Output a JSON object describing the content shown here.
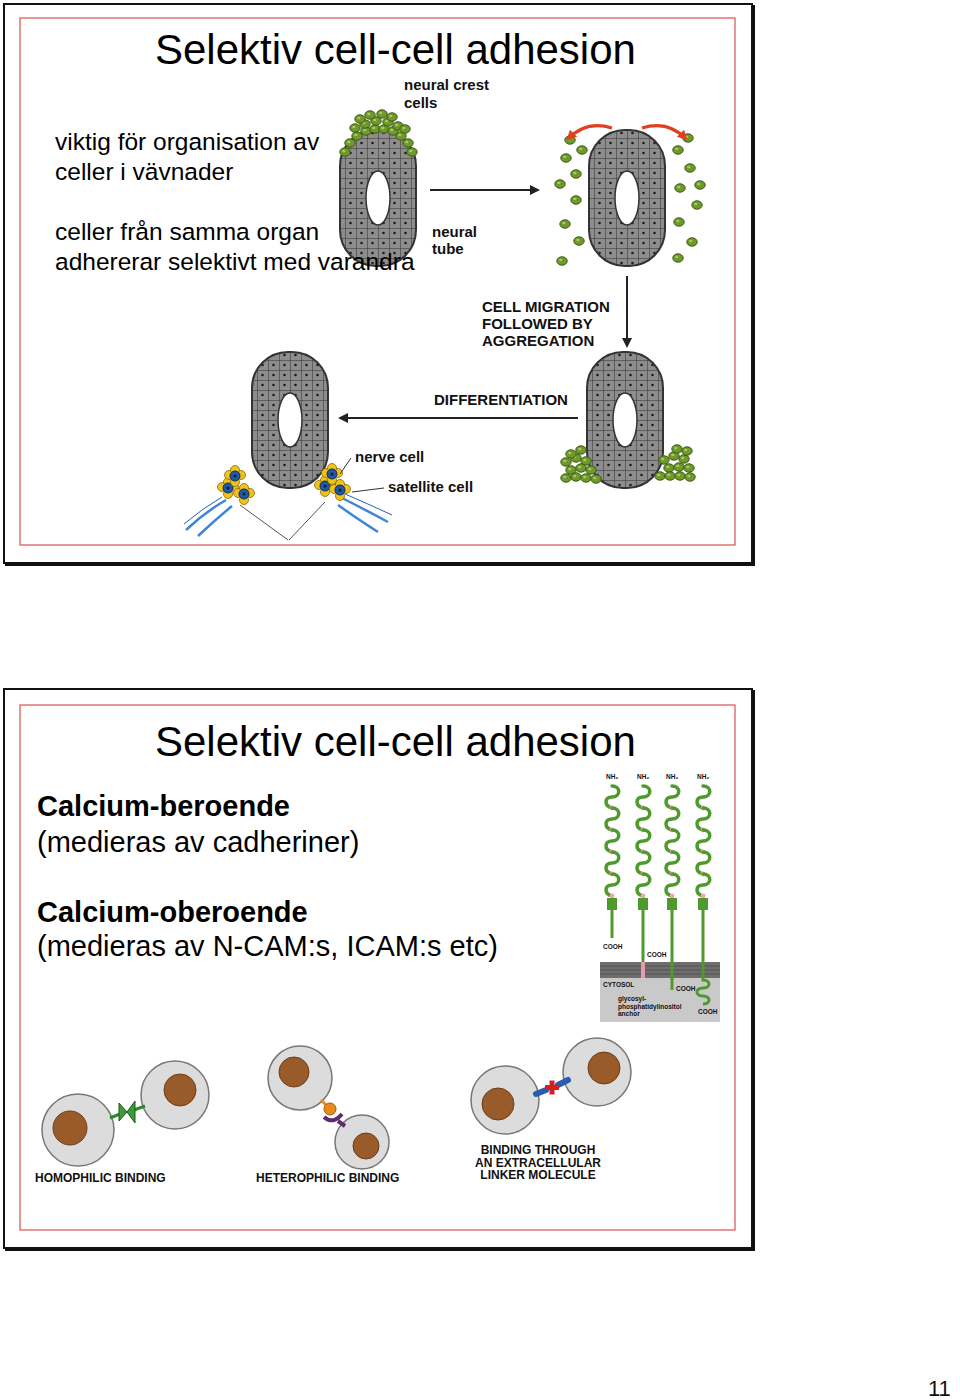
{
  "diagram": {
    "nodes": [
      {
        "text": [
          "Selektiv cell-cell adhesion",
          "viktig för organisation av celler i vävnader",
          "celler från samma organ adhererar selektivt med varandra"
        ]
      },
      {
        "text": [
          "Selektiv cell-cell adhesion",
          "Calcium-beroende",
          "(medieras av cadheriner)",
          "Calcium-oberoende",
          "(medieras av N-CAM:s, ICAM:s etc)"
        ]
      }
    ],
    "labels": [
      "neural crest cells",
      "neural tube",
      "CELL MIGRATION FOLLOWED BY AGGREGATION",
      "DIFFERENTIATION",
      "nerve cell",
      "satellite cell",
      "NH₂",
      "NH₂",
      "NH₂",
      "NH₂",
      "COOH",
      "COOH",
      "CYTOSOL",
      "COOH",
      "glycosyl-phosphatidylinositol anchor",
      "COOH",
      "HOMOPHILIC BINDING",
      "HETEROPHILIC BINDING",
      "BINDING THROUGH AN EXTRACELLULAR LINKER MOLECULE",
      "11"
    ]
  }
}
